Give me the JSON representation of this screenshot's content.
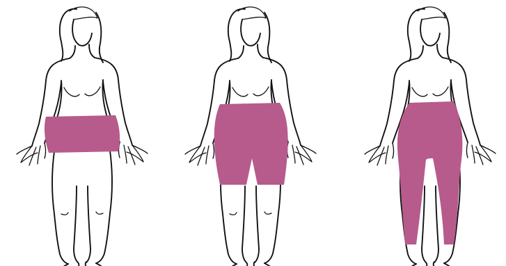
{
  "figures": [
    {
      "id": "figure-1",
      "coverage": "skirt-short",
      "color": "#b65b8c"
    },
    {
      "id": "figure-2",
      "coverage": "shorts-knee",
      "color": "#b65b8c"
    },
    {
      "id": "figure-3",
      "coverage": "full-length-pants",
      "color": "#b65b8c"
    }
  ],
  "colors": {
    "garment": "#b65b8c",
    "outline": "#111111",
    "background": "#ffffff"
  }
}
